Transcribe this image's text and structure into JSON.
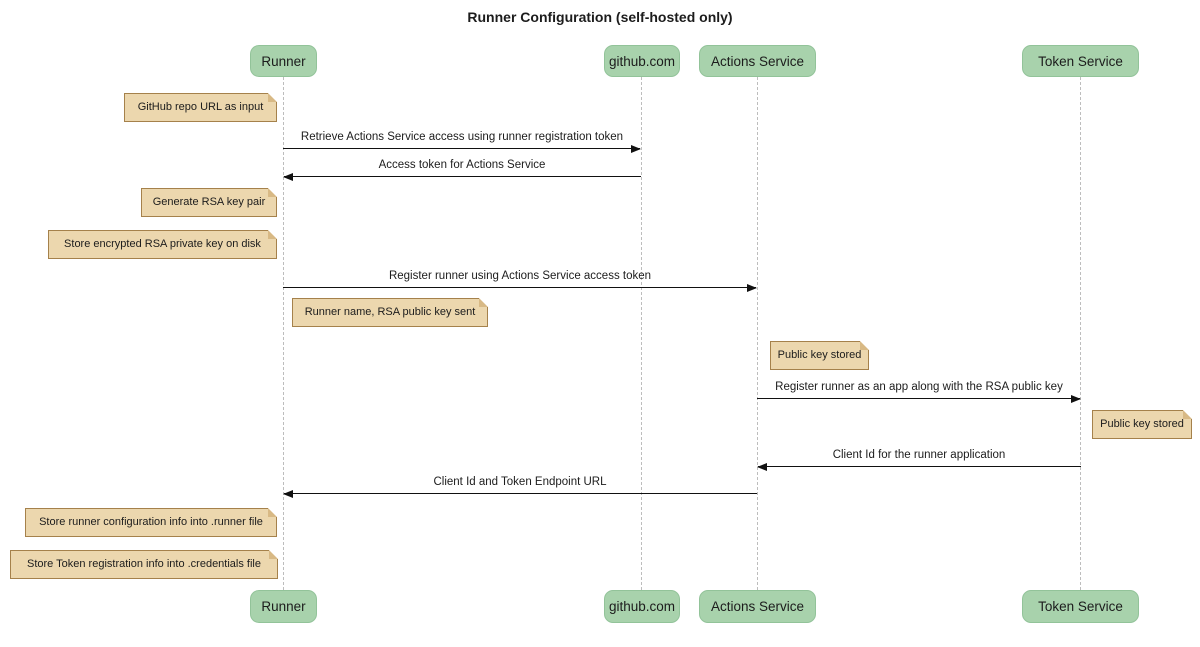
{
  "title": "Runner Configuration (self-hosted only)",
  "diagram_type": "sequence-diagram",
  "participants": [
    {
      "label": "Runner"
    },
    {
      "label": "github.com"
    },
    {
      "label": "Actions Service"
    },
    {
      "label": "Token Service"
    }
  ],
  "messages": [
    {
      "from": "Runner",
      "to": "github.com",
      "direction": "right",
      "label": "Retrieve Actions Service access using runner registration token"
    },
    {
      "from": "github.com",
      "to": "Runner",
      "direction": "left",
      "label": "Access token for Actions Service"
    },
    {
      "from": "Runner",
      "to": "Actions Service",
      "direction": "right",
      "label": "Register runner using Actions Service access token"
    },
    {
      "from": "Actions Service",
      "to": "Token Service",
      "direction": "right",
      "label": "Register runner as an app along with the RSA public key"
    },
    {
      "from": "Token Service",
      "to": "Actions Service",
      "direction": "left",
      "label": "Client Id for the runner application"
    },
    {
      "from": "Actions Service",
      "to": "Runner",
      "direction": "left",
      "label": "Client Id and Token Endpoint URL"
    }
  ],
  "notes": [
    {
      "position": "left of Runner",
      "label": "GitHub repo URL as input"
    },
    {
      "position": "left of Runner",
      "label": "Generate RSA key pair"
    },
    {
      "position": "left of Runner",
      "label": "Store encrypted RSA private key on disk"
    },
    {
      "position": "right of Runner",
      "label": "Runner name, RSA public key sent"
    },
    {
      "position": "right of Actions Service",
      "label": "Public key stored"
    },
    {
      "position": "right of Token Service",
      "label": "Public key stored"
    },
    {
      "position": "left of Runner",
      "label": "Store runner configuration info into .runner file"
    },
    {
      "position": "left of Runner",
      "label": "Store Token registration info into .credentials file"
    }
  ],
  "colors": {
    "participant_fill": "#a8d2ac",
    "participant_border": "#92c399",
    "note_fill": "#ecd7ae",
    "note_border": "#a5814b",
    "note_fold": "#d8b985",
    "lifeline": "#bdbdbd",
    "message_line": "#111111",
    "text": "#1c1c1c",
    "background": "#ffffff"
  }
}
